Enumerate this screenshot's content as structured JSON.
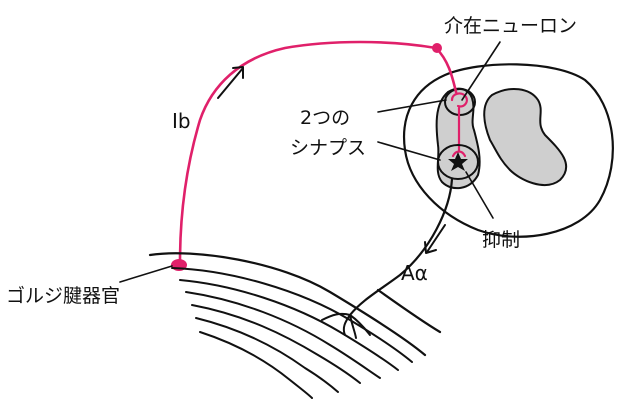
{
  "labels": {
    "interneuron": "介在ニューロン",
    "ib_fiber": "Ib",
    "two_synapses_line1": "2つの",
    "two_synapses_line2": "シナプス",
    "inhibition": "抑制",
    "alpha_motor": "Aα",
    "golgi_tendon_organ": "ゴルジ腱器官"
  },
  "colors": {
    "ink": "#111111",
    "ib_pathway": "#e0206a",
    "gray_matter": "#cfcfcf",
    "background": "#ffffff"
  },
  "icons": {
    "ib_direction": "arrow-up-right-icon",
    "alpha_direction": "arrow-down-left-icon",
    "motor_neuron": "star-icon"
  }
}
